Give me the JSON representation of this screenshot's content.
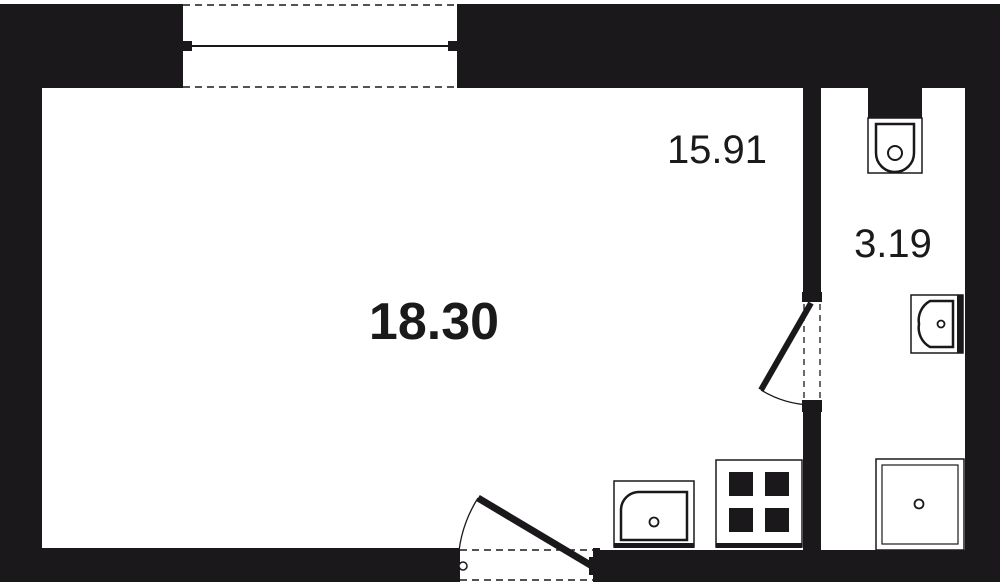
{
  "plan": {
    "total_area": "18.30",
    "rooms": {
      "main_room": {
        "area": "15.91"
      },
      "bathroom": {
        "area": "3.19"
      }
    },
    "colors": {
      "wall": "#1b181c",
      "floor": "#ffffff",
      "line": "#1b181c"
    },
    "fixtures": [
      "window",
      "entrance-door",
      "bathroom-door",
      "toilet",
      "bathroom-sink",
      "shower-tray",
      "kitchen-sink",
      "cooktop"
    ]
  }
}
